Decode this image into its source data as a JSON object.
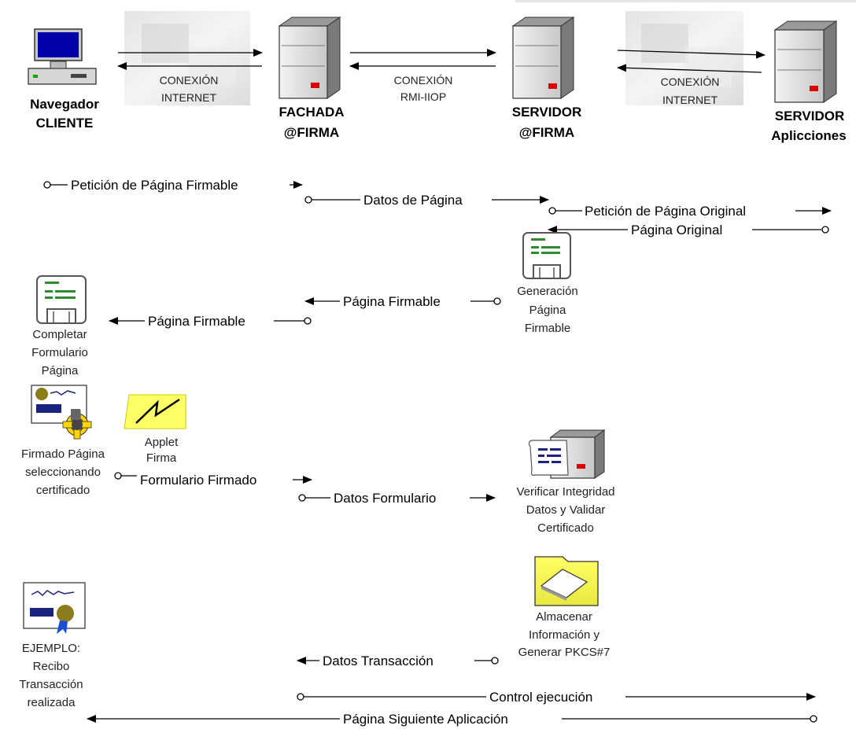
{
  "nodes": {
    "client": [
      "Navegador",
      "CLIENTE"
    ],
    "fachada": [
      "FACHADA",
      "@FIRMA"
    ],
    "servidor": [
      "SERVIDOR",
      "@FIRMA"
    ],
    "apps": [
      "SERVIDOR",
      "Aplicciones"
    ]
  },
  "connections": {
    "c1": [
      "CONEXIÓN",
      "INTERNET"
    ],
    "c2": [
      "CONEXIÓN",
      "RMI-IIOP"
    ],
    "c3": [
      "CONEXIÓN",
      "INTERNET"
    ]
  },
  "messages": {
    "m1": "Petición de Página Firmable",
    "m2": "Datos de Página",
    "m3": "Petición de Página Original",
    "m4": "Página Original",
    "m5": "Página Firmable",
    "m6": "Página Firmable",
    "m7": "Formulario Firmado",
    "m8": "Datos Formulario",
    "m9": "Datos  Transacción",
    "m10": "Control ejecución",
    "m11": "Página Siguiente Aplicación"
  },
  "steps": {
    "generacion": [
      "Generación",
      "Página",
      "Firmable"
    ],
    "completar": [
      "Completar",
      "Formulario",
      "Página"
    ],
    "applet": [
      "Applet",
      "Firma"
    ],
    "firmado": [
      "Firmado Página",
      "seleccionando",
      "certificado"
    ],
    "verificar": [
      "Verificar Integridad",
      "Datos y Validar",
      "Certificado"
    ],
    "almacenar": [
      "Almacenar",
      "Información y",
      "Generar PKCS#7"
    ],
    "ejemplo": [
      "EJEMPLO:",
      "Recibo",
      "Transacción",
      "realizada"
    ]
  }
}
